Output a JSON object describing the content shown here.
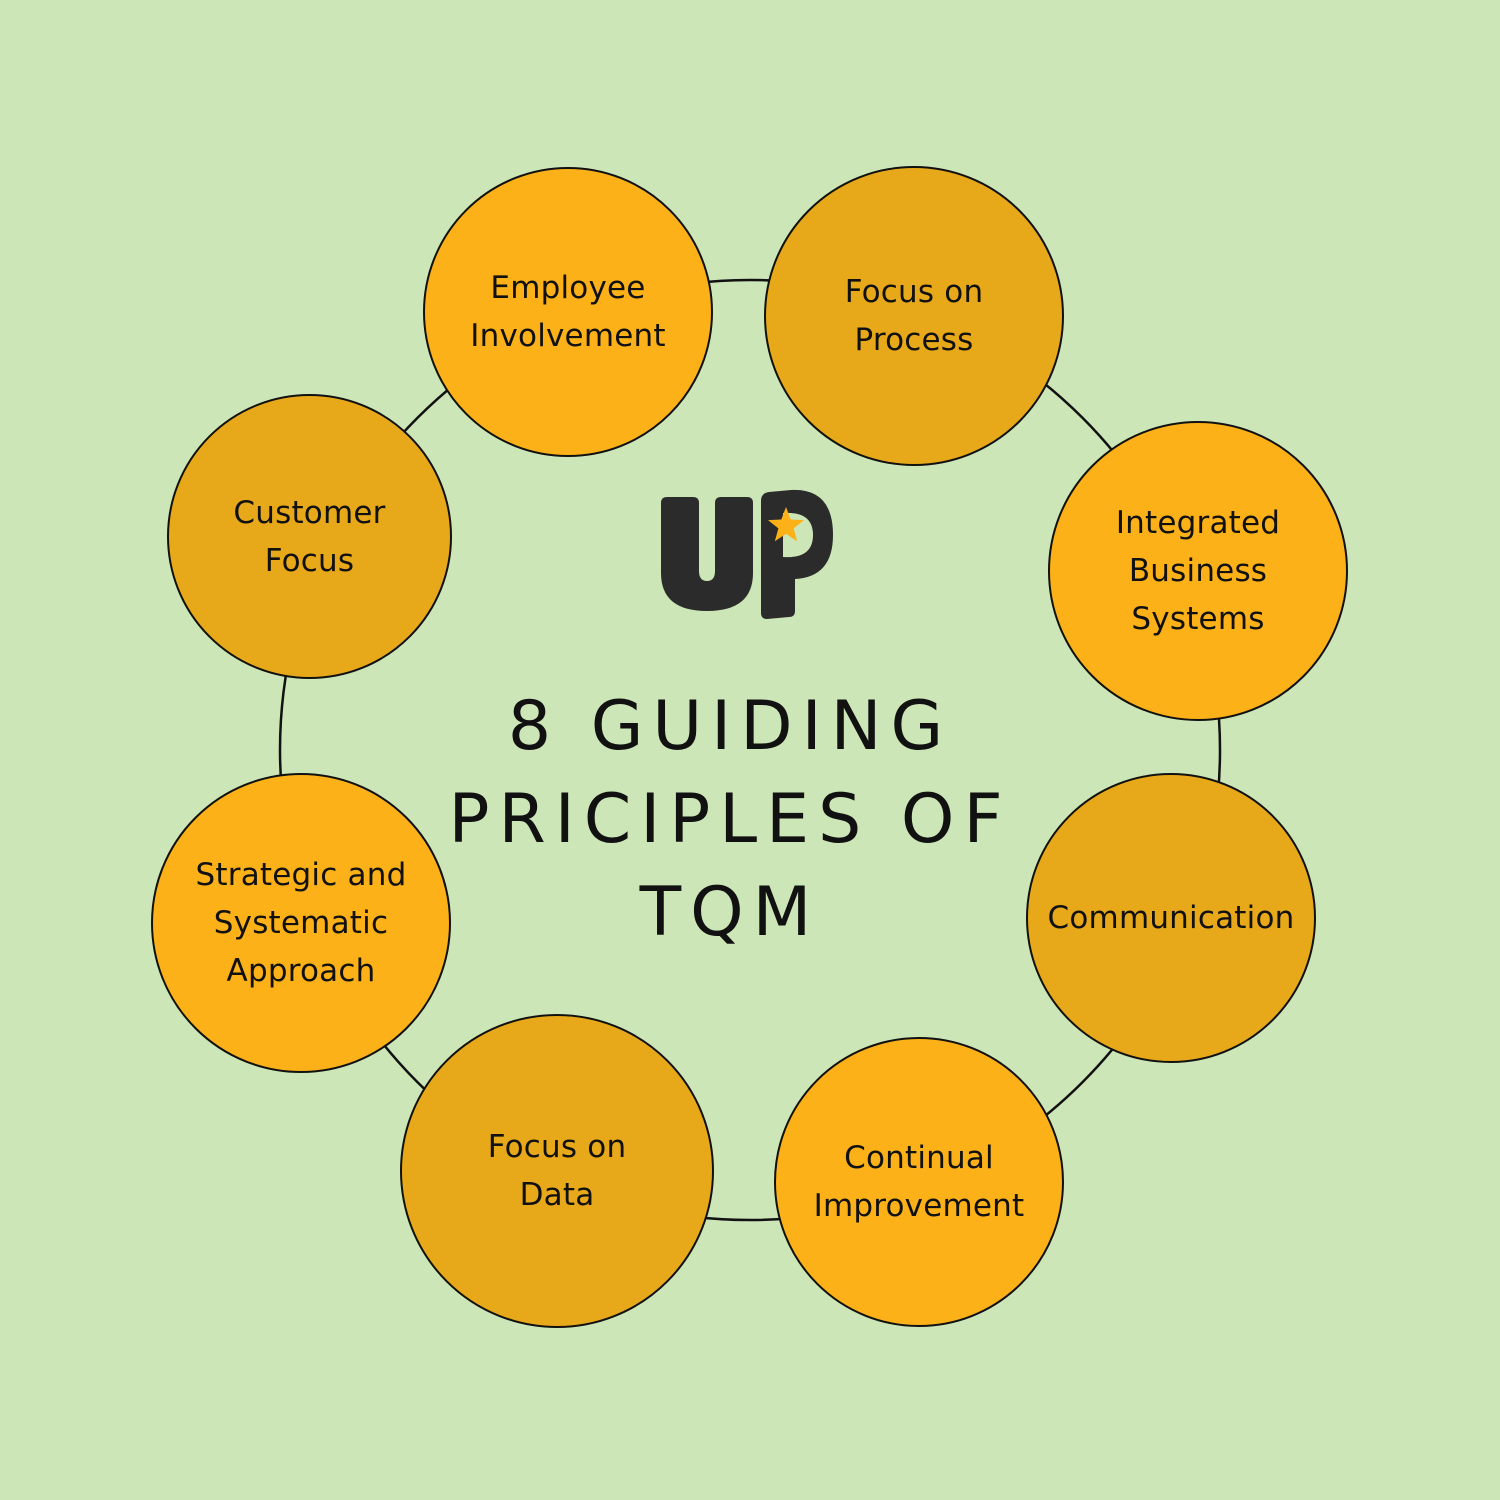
{
  "title": "8 GUIDING\nPRICIPLES OF\nTQM",
  "logo": {
    "text": "UP",
    "star_color": "#fbb117",
    "letter_color": "#2b2b2b"
  },
  "colors": {
    "background": "#cde6b8",
    "circle_bright": "#fbb117",
    "circle_dark": "#e7a919",
    "outline": "#111111"
  },
  "principles": [
    {
      "label": "Employee\nInvolvement",
      "tone": "bright"
    },
    {
      "label": "Focus on\nProcess",
      "tone": "dark"
    },
    {
      "label": "Integrated\nBusiness\nSystems",
      "tone": "bright"
    },
    {
      "label": "Communication",
      "tone": "dark"
    },
    {
      "label": "Continual\nImprovement",
      "tone": "bright"
    },
    {
      "label": "Focus on\nData",
      "tone": "dark"
    },
    {
      "label": "Strategic and\nSystematic\nApproach",
      "tone": "bright"
    },
    {
      "label": "Customer\nFocus",
      "tone": "dark"
    }
  ]
}
